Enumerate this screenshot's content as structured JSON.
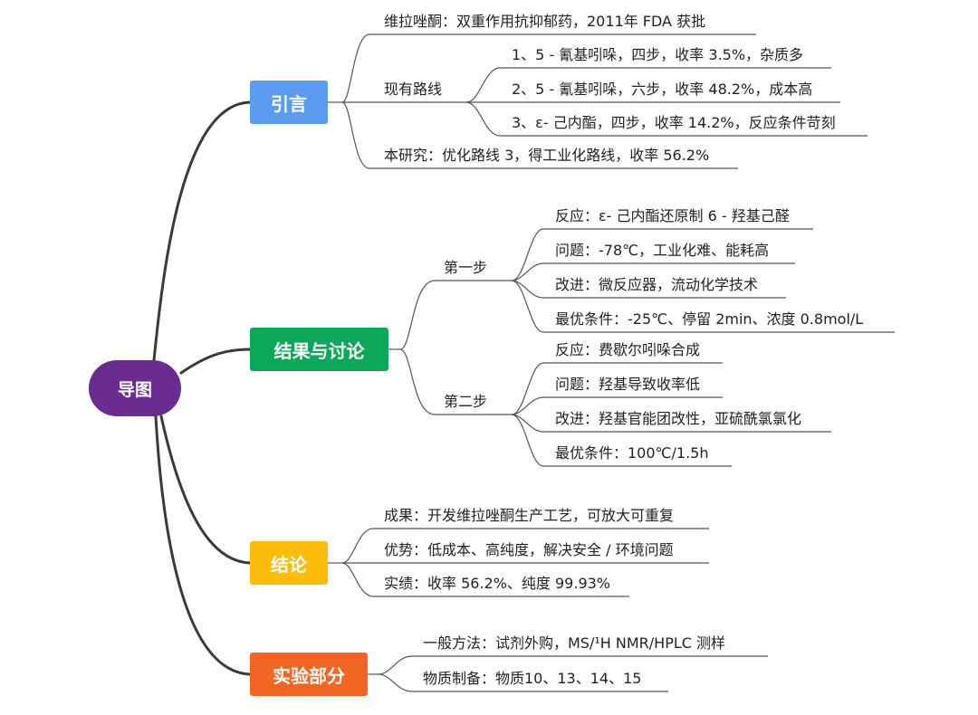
{
  "root": {
    "label": "导图"
  },
  "sections": {
    "intro": {
      "label": "引言",
      "background": "维拉唑酮：双重作用抗抑郁药，2011年 FDA 获批",
      "routes": {
        "label": "现有路线",
        "items": [
          "1、5 - 氰基吲哚，四步，收率 3.5%，杂质多",
          "2、5 - 氰基吲哚，六步，收率 48.2%，成本高",
          "3、ε- 己内酯，四步，收率 14.2%，反应条件苛刻"
        ]
      },
      "study": "本研究：优化路线 3，得工业化路线，收率 56.2%"
    },
    "result": {
      "label": "结果与讨论",
      "step1": {
        "label": "第一步",
        "items": [
          "反应：ε- 己内酯还原制 6 - 羟基己醛",
          "问题：-78℃，工业化难、能耗高",
          "改进：微反应器，流动化学技术",
          "最优条件：-25℃、停留 2min、浓度 0.8mol/L"
        ]
      },
      "step2": {
        "label": "第二步",
        "items": [
          "反应：费歇尔吲哚合成",
          "问题：羟基导致收率低",
          "改进：羟基官能团改性，亚硫酰氯氯化",
          "最优条件：100℃/1.5h"
        ]
      }
    },
    "conclusion": {
      "label": "结论",
      "items": [
        "成果：开发维拉唑酮生产工艺，可放大可重复",
        "优势：低成本、高纯度，解决安全 / 环境问题",
        "实绩：收率 56.2%、纯度 99.93%"
      ]
    },
    "experimental": {
      "label": "实验部分",
      "items": [
        "一般方法：试剂外购，MS/¹H NMR/HPLC 测样",
        "物质制备：物质10、13、14、15"
      ]
    }
  },
  "colors": {
    "root": "#6a2c91",
    "intro": "#5b9cf0",
    "result": "#0aa858",
    "conclusion": "#fbbc05",
    "experimental": "#f26522",
    "trunk_line": "#3a3a3a",
    "branch_line": "#555555"
  }
}
